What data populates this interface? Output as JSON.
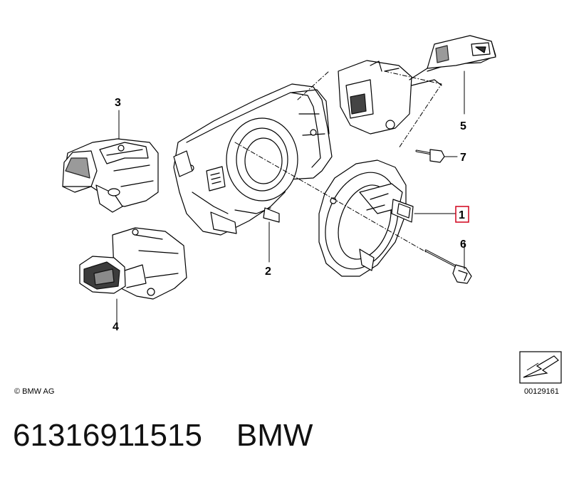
{
  "callouts": {
    "c1": "1",
    "c2": "2",
    "c3": "3",
    "c4": "4",
    "c5": "5",
    "c6": "6",
    "c7": "7"
  },
  "copyright": "© BMW AG",
  "diagram_code": "00129161",
  "part_number": "61316911515",
  "brand": "BMW",
  "colors": {
    "highlight_box": "#d0021b",
    "line": "#000000",
    "part_fill": "#ffffff",
    "part_shade": "#5a5a5a"
  }
}
